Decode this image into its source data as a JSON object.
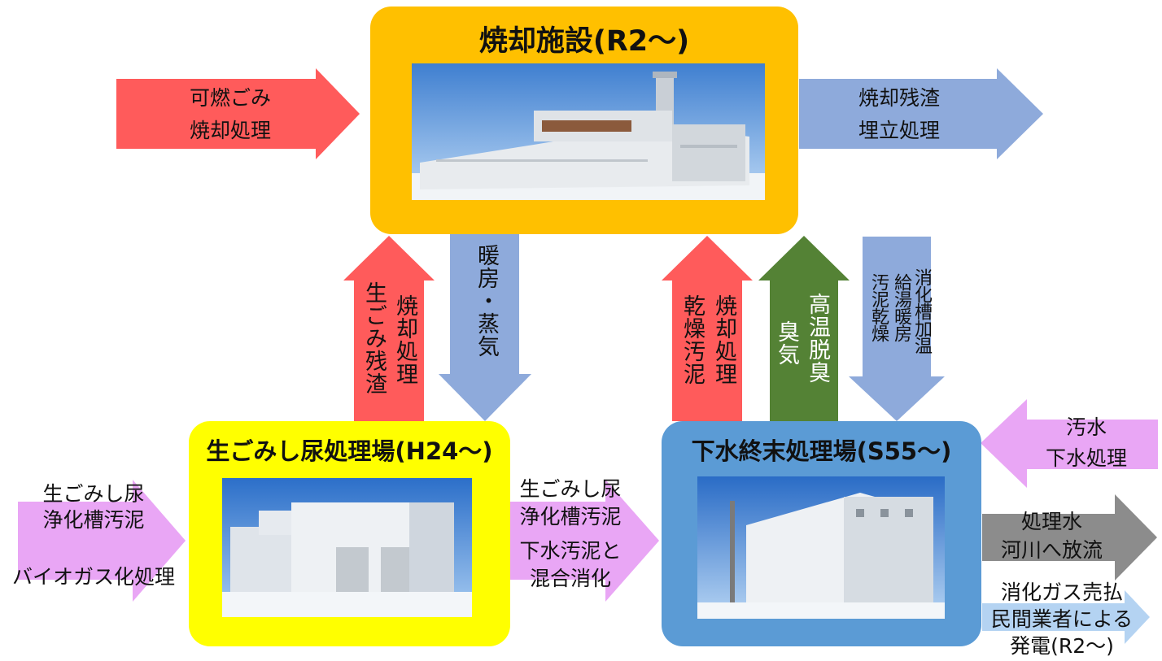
{
  "facilities": {
    "incineration": {
      "title": "焼却施設(R2～)"
    },
    "garbage_plant": {
      "title": "生ごみし尿処理場(H24～)"
    },
    "sewage_plant": {
      "title": "下水終末処理場(S55～)"
    }
  },
  "flows": {
    "combustible_in": {
      "line1": "可燃ごみ",
      "line2": "焼却処理"
    },
    "ash_out": {
      "line1": "焼却残渣",
      "line2": "埋立処理"
    },
    "garbage_residue_up": {
      "col1": "焼却処理",
      "col2": "生ごみ残渣"
    },
    "heating_steam_down": {
      "text": "暖房・蒸気"
    },
    "sludge_incineration_up": {
      "col1": "焼却処理",
      "col2": "乾燥汚泥"
    },
    "odor_up": {
      "col1": "高温脱臭",
      "col2": "臭気"
    },
    "digester_heat_down": {
      "col1": "消化槽加温",
      "col2": "給湯暖房",
      "col3": "汚泥乾燥"
    },
    "wastewater_in": {
      "line1": "汚水",
      "line2": "下水処理"
    },
    "garbage_in": {
      "line1": "生ごみし尿",
      "line2": "浄化槽汚泥",
      "line3": "バイオガス化処理"
    },
    "mixed_digestion": {
      "line1": "生ごみし尿",
      "line2": "浄化槽汚泥",
      "line3": "下水汚泥と",
      "line4": "混合消化"
    },
    "treated_water_out": {
      "line1": "処理水",
      "line2": "河川へ放流"
    },
    "gas_sale_out": {
      "line1": "消化ガス売払",
      "line2": "民間業者による",
      "line3": "発電(R2～)"
    }
  },
  "colors": {
    "red": "#ff5b5b",
    "blue": "#8eaadb",
    "green": "#548235",
    "pink": "#e9a6f5",
    "gray": "#8c8c8c",
    "lightblue": "#b4d3f2",
    "orange": "#ffc000",
    "yellow": "#ffff00",
    "steel": "#5b9bd5"
  }
}
